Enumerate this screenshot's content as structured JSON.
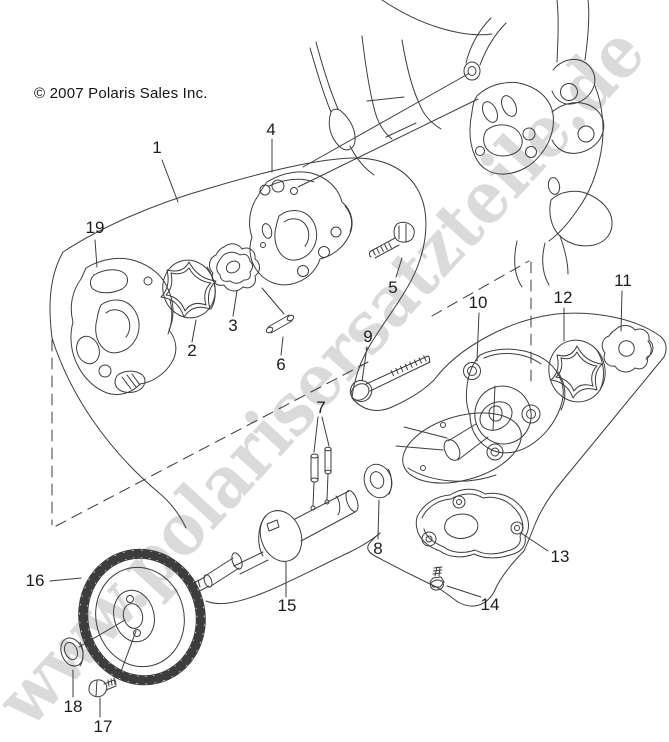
{
  "window": {
    "background": "#ffffff"
  },
  "header": {
    "copyright": "© 2007 Polaris Sales Inc."
  },
  "watermark": {
    "text": "www.polarisersatzteile.de",
    "color": "#d4d4d4"
  },
  "diagram": {
    "kind": "exploded-parts-diagram",
    "subject": "oil pump assembly line drawing",
    "line_color": "#3d3d3d",
    "callouts": [
      {
        "label": "1"
      },
      {
        "label": "2"
      },
      {
        "label": "3"
      },
      {
        "label": "4"
      },
      {
        "label": "5"
      },
      {
        "label": "6"
      },
      {
        "label": "7"
      },
      {
        "label": "8"
      },
      {
        "label": "9"
      },
      {
        "label": "10"
      },
      {
        "label": "11"
      },
      {
        "label": "12"
      },
      {
        "label": "13"
      },
      {
        "label": "14"
      },
      {
        "label": "15"
      },
      {
        "label": "16"
      },
      {
        "label": "17"
      },
      {
        "label": "18"
      },
      {
        "label": "19"
      }
    ]
  }
}
